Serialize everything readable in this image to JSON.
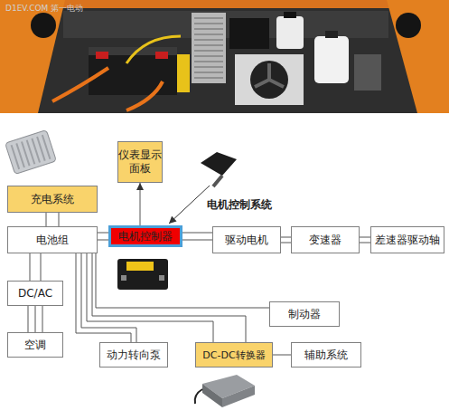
{
  "diagram": {
    "title": "电机控制系统",
    "nodes": [
      {
        "text": [
          "仪表显示 面板"
        ]
      },
      {
        "text": [
          "充电系统"
        ]
      },
      {
        "text": [
          "电池组"
        ]
      },
      {
        "text": [
          "电机控制器"
        ]
      },
      {
        "text": [
          "驱动电机"
        ]
      },
      {
        "text": [
          "变速器"
        ]
      },
      {
        "text": [
          "差速器驱动轴"
        ]
      },
      {
        "text": [
          "DC/AC"
        ]
      },
      {
        "text": [
          "制动器"
        ]
      },
      {
        "text": [
          "空调"
        ]
      },
      {
        "text": [
          "动力转向泵"
        ]
      },
      {
        "text": [
          "DC-DC转换器"
        ]
      },
      {
        "text": [
          "辅助系统"
        ]
      }
    ],
    "edges": [
      {
        "from": 1,
        "to": 2,
        "arrow": "none"
      },
      {
        "from": 3,
        "to": 0,
        "arrow": "to"
      },
      {
        "from": 2,
        "to": 3,
        "arrow": "none"
      },
      {
        "from": 3,
        "to": 4,
        "arrow": "none"
      },
      {
        "from": 4,
        "to": 5,
        "arrow": "none"
      },
      {
        "from": 5,
        "to": 6,
        "arrow": "none"
      },
      {
        "from": 2,
        "to": 7,
        "arrow": "none"
      },
      {
        "from": 7,
        "to": 9,
        "arrow": "none"
      },
      {
        "from": 2,
        "to": 8,
        "arrow": "none"
      },
      {
        "from": 2,
        "to": 10,
        "arrow": "none"
      },
      {
        "from": 2,
        "to": 11,
        "arrow": "none"
      },
      {
        "from": 11,
        "to": 12,
        "arrow": "none"
      }
    ],
    "labels": [
      "D1EV.COM 第一电动"
    ]
  }
}
